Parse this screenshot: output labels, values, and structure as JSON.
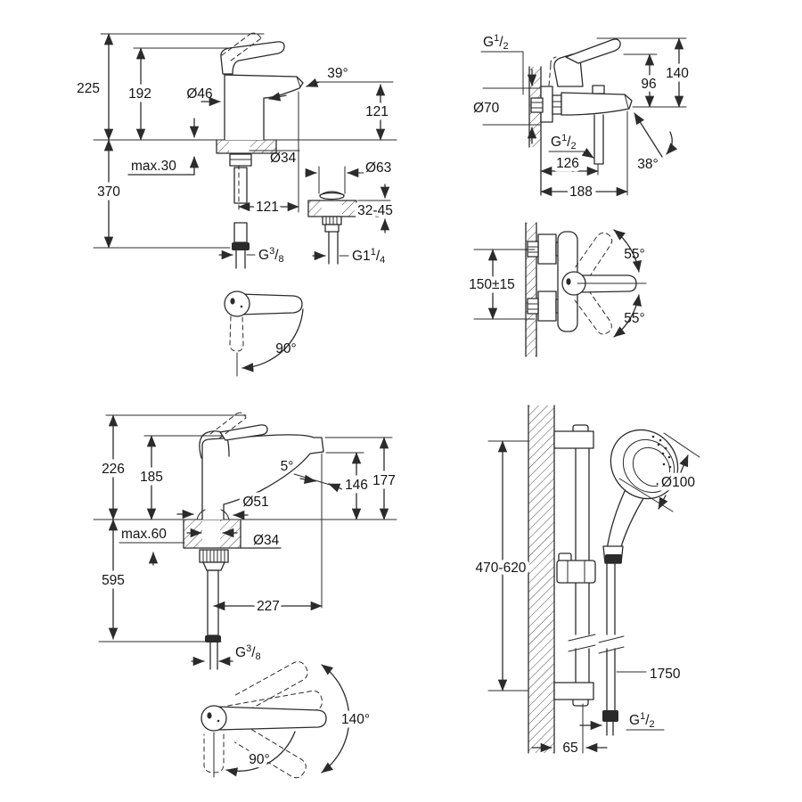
{
  "drawing": {
    "basin_mixer": {
      "dim_height_total": "225",
      "dim_height_lever": "192",
      "dia_body": "Ø46",
      "angle_spout": "39°",
      "dim_spout_height": "121",
      "dim_deck_max": "max.30",
      "dia_hole": "Ø34",
      "dim_below_deck": "370",
      "dim_projection": "121",
      "thread_supply": {
        "base": "G",
        "sup": "3",
        "slash": "/",
        "sub": "8"
      },
      "angle_lever_swivel": "90°"
    },
    "waste_valve": {
      "dia_flange": "Ø63",
      "dim_deck_range": "32-45",
      "thread": {
        "base": "G1",
        "sup": "1",
        "slash": "/",
        "sub": "4"
      }
    },
    "bath_mixer": {
      "thread_inlet": {
        "base": "G",
        "sup": "1",
        "slash": "/",
        "sub": "2"
      },
      "dia_escutcheon": "Ø70",
      "dim_height_total": "140",
      "dim_height_lever": "96",
      "thread_outlet": {
        "base": "G",
        "sup": "1",
        "slash": "/",
        "sub": "2"
      },
      "dim_projection_pipe": "126",
      "angle_spout": "38°",
      "dim_projection_total": "188",
      "dim_inlet_centers": "150±15",
      "angle_lever_up": "55°",
      "angle_lever_down": "55°"
    },
    "kitchen_mixer": {
      "dim_height_total": "226",
      "dim_height_lever": "185",
      "angle_outlet": "5°",
      "dim_outlet_height": "146",
      "dim_spout_top_height": "177",
      "dia_base": "Ø51",
      "dim_deck_max": "max.60",
      "dia_hole": "Ø34",
      "dim_below_deck": "595",
      "dim_projection": "227",
      "thread_supply": {
        "base": "G",
        "sup": "3",
        "slash": "/",
        "sub": "8"
      },
      "angle_spout_swivel": "140°",
      "angle_lever_swivel": "90°"
    },
    "shower_set": {
      "dia_handshower": "Ø100",
      "dim_bar_adjust": "470-620",
      "dim_hose_length": "1750",
      "thread_hose": {
        "base": "G",
        "sup": "1",
        "slash": "/",
        "sub": "2"
      },
      "dim_wall_offset": "65"
    }
  }
}
